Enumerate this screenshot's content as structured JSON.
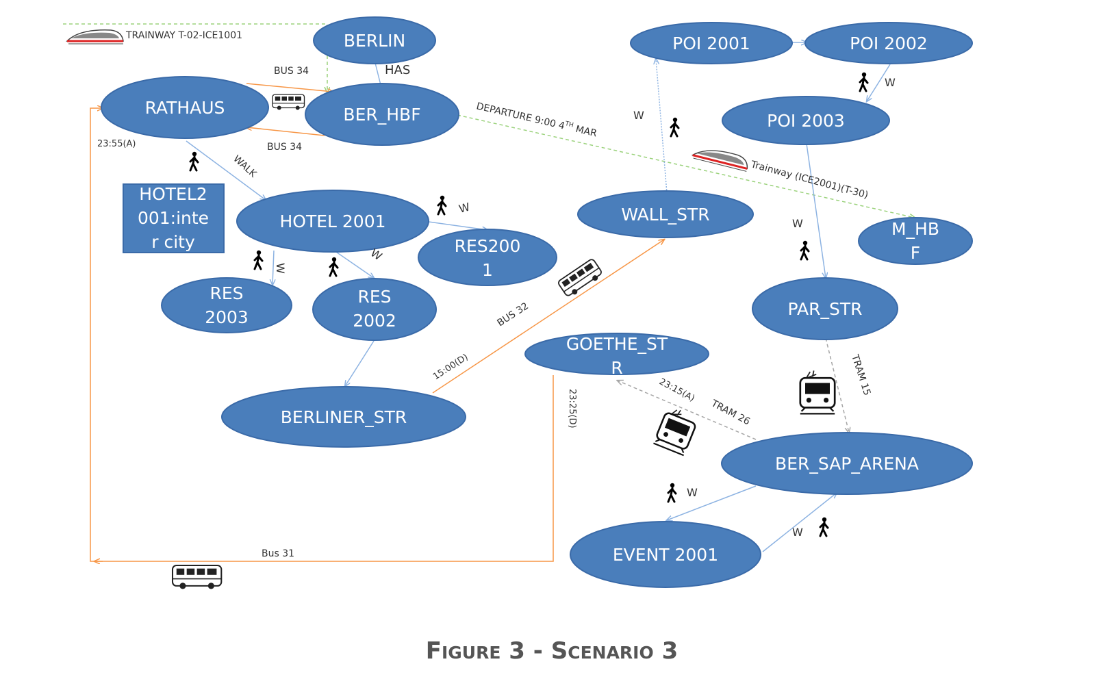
{
  "colors": {
    "node_fill": "#4a7ebb",
    "node_stroke": "#3a6aa8",
    "walk_edge": "#8db3e2",
    "bus_edge": "#f79646",
    "train_edge": "#9bd27c",
    "tram_edge": "#a6a6a6",
    "label_text": "#ffffff",
    "caption_text": "#555555"
  },
  "nodes": {
    "berlin": "BERLIN",
    "rathaus": "RATHAUS",
    "ber_hbf": "BER_HBF",
    "hotel_2001": "HOTEL 2001",
    "res2001_line1": "RES200",
    "res2001_line2": "1",
    "res2003_line1": "RES",
    "res2003_line2": "2003",
    "res2002_line1": "RES",
    "res2002_line2": "2002",
    "berliner_str": "BERLINER_STR",
    "poi_2001": "POI 2001",
    "poi_2002": "POI 2002",
    "poi_2003": "POI 2003",
    "wall_str": "WALL_STR",
    "m_hbf_line1": "M_HB",
    "m_hbf_line2": "F",
    "par_str": "PAR_STR",
    "goethe_str_line1": "GOETHE_ST",
    "goethe_str_line2": "R",
    "ber_sap_arena": "BER_SAP_ARENA",
    "event_2001": "EVENT 2001"
  },
  "hotel_box": {
    "line1": "HOTEL2",
    "line2": "001:inte",
    "line3": "r city"
  },
  "edge_labels": {
    "trainway_top": "TRAINWAY T-02-ICE1001",
    "has": "HAS",
    "bus34_top": "BUS 34",
    "bus34_bottom": "BUS 34",
    "time_2355": "23:55(A)",
    "walk": "WALK",
    "w": "W",
    "departure_prefix": "DEPARTURE 9:00 4",
    "departure_sup": "TH",
    "departure_suffix": " MAR",
    "trainway_ice": "Trainway (ICE2001)(T-30)",
    "bus32": "BUS 32",
    "time_1500": "15:00(D)",
    "time_2315": "23:15(A)",
    "tram26": "TRAM 26",
    "time_2325": "23:25(D)",
    "tram15": "TRAM 15",
    "bus31": "Bus 31"
  },
  "icons": [
    "train-icon",
    "bus-icon",
    "pedestrian-icon",
    "tram-icon"
  ],
  "caption": {
    "figure_big": "F",
    "figure_small": "IGURE",
    "number": " 3 - ",
    "scenario_big": "S",
    "scenario_small": "CENARIO",
    "scenario_number": " 3"
  }
}
